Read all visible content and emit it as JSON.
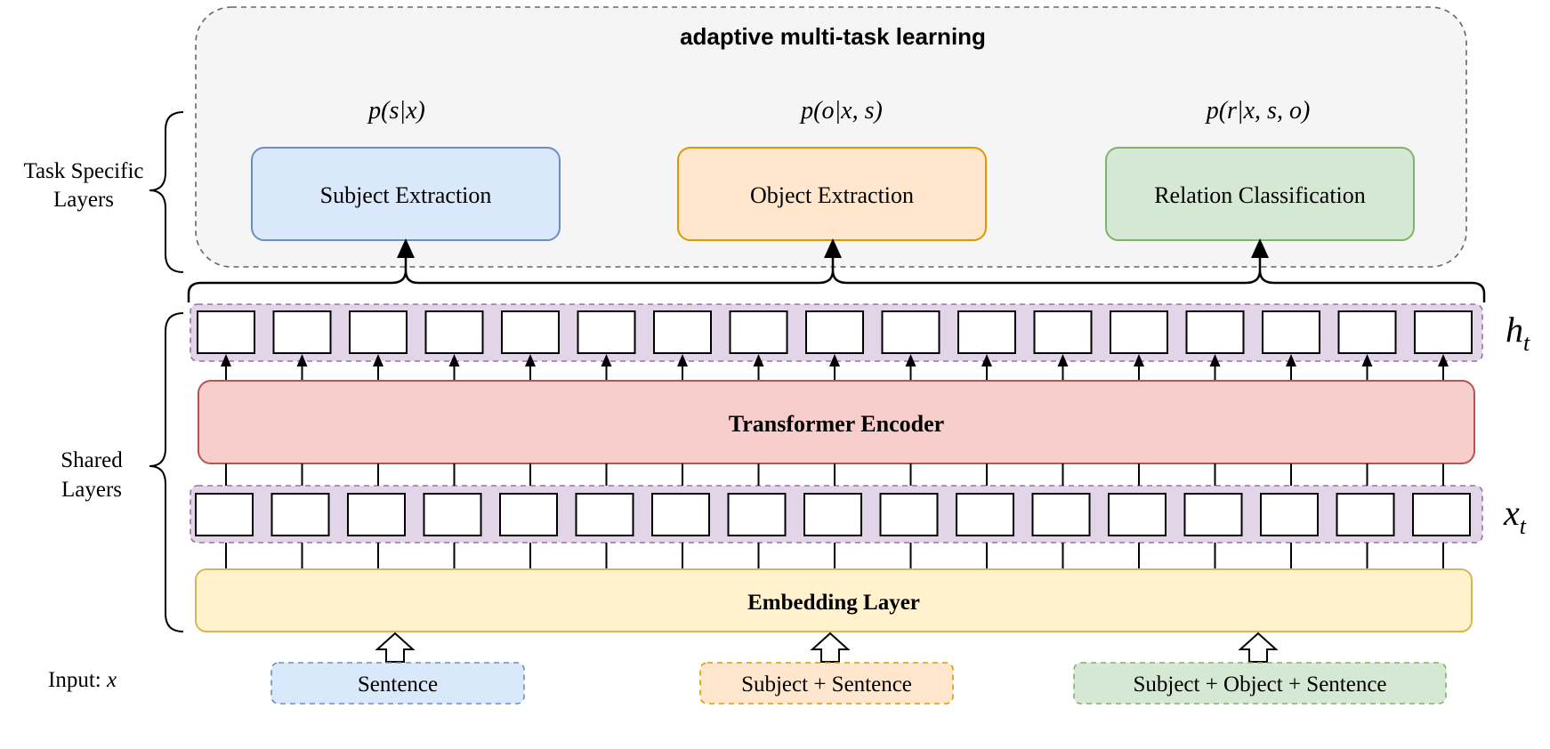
{
  "title": "adaptive multi-task learning",
  "side_labels": {
    "task_specific": [
      "Task Specific",
      "Layers"
    ],
    "shared": [
      "Shared",
      "Layers"
    ],
    "input": "Input: ",
    "input_var": "x"
  },
  "tasks": [
    {
      "prob": "p(s|x)",
      "label": "Subject Extraction",
      "fill": "#dae8fc",
      "stroke": "#6c8ebf"
    },
    {
      "prob": "p(o|x, s)",
      "label": "Object Extraction",
      "fill": "#ffe6cc",
      "stroke": "#d79b00"
    },
    {
      "prob": "p(r|x, s, o)",
      "label": "Relation Classification",
      "fill": "#d5e8d4",
      "stroke": "#82b366"
    }
  ],
  "layers": {
    "hidden_label": "h",
    "hidden_sub": "t",
    "input_label": "x",
    "input_sub": "t",
    "encoder": "Transformer Encoder",
    "embedding": "Embedding Layer",
    "token_count": 17
  },
  "inputs": [
    {
      "label": "Sentence",
      "fill": "#dae8fc",
      "stroke": "#6c8ebf"
    },
    {
      "label": "Subject + Sentence",
      "fill": "#ffe6cc",
      "stroke": "#d79b00"
    },
    {
      "label": "Subject + Object + Sentence",
      "fill": "#d5e8d4",
      "stroke": "#82b366"
    }
  ],
  "colors": {
    "token_band": "#e1d5e7",
    "token_band_stroke": "#9673a6",
    "encoder_fill": "#f8cecc",
    "encoder_stroke": "#b85450",
    "embedding_fill": "#fff2cc",
    "embedding_stroke": "#d6b656",
    "task_container_fill": "#f5f5f5",
    "task_container_stroke": "#666666"
  }
}
